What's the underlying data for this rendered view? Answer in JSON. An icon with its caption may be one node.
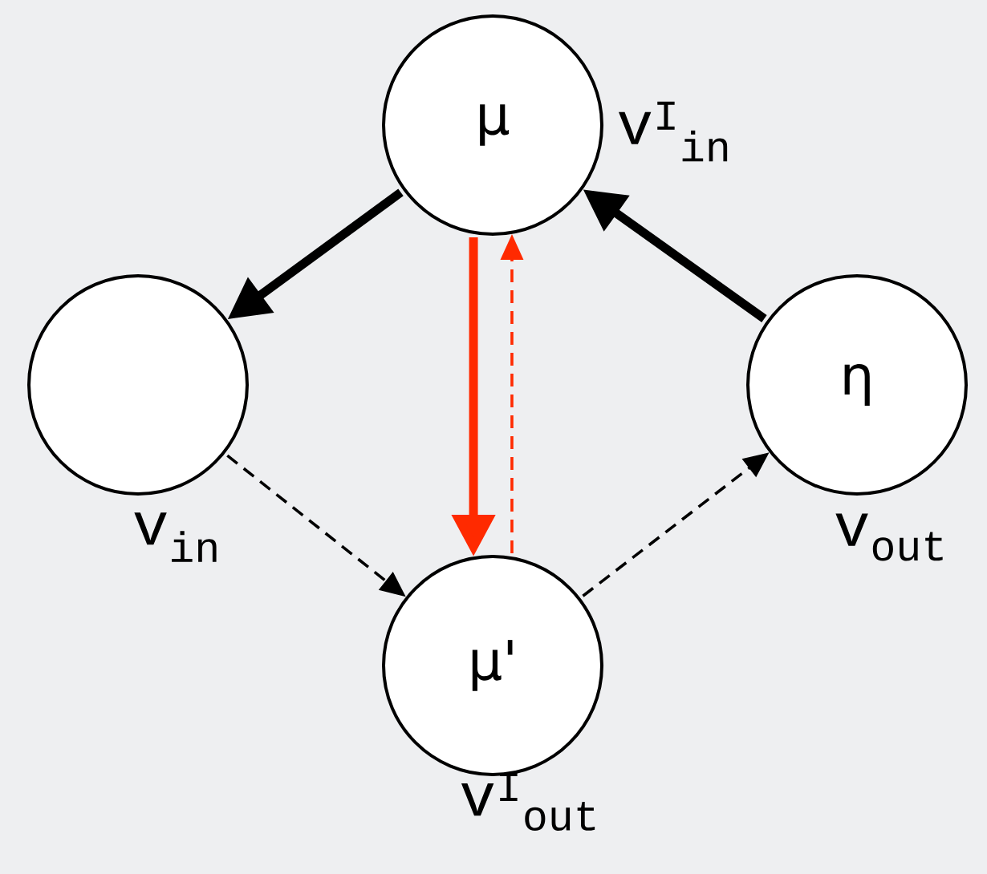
{
  "diagram": {
    "nodes": [
      {
        "text": [
          "μ"
        ],
        "beside": [
          "v$^{I}$$_{in}$"
        ]
      },
      {
        "text": [],
        "shape": "circle",
        "beside": [
          "v$_{in}$"
        ]
      },
      {
        "text": [
          "η"
        ],
        "beside": [
          "v$_{out}$"
        ]
      },
      {
        "text": [
          "μ'"
        ],
        "beside": [
          "v$^{I}$$_{out}$"
        ]
      }
    ],
    "edges": [
      {
        "from": 0,
        "to": 1,
        "arrow": "to",
        "style": "thick"
      },
      {
        "from": 2,
        "to": 0,
        "arrow": "to",
        "style": "thick"
      },
      {
        "from": 0,
        "to": 3,
        "arrow": "to",
        "style": "thick",
        "color": "#ff2a00"
      },
      {
        "from": 3,
        "to": 0,
        "arrow": "to",
        "style": "dashed",
        "color": "#ff2a00"
      },
      {
        "from": 1,
        "to": 3,
        "arrow": "to",
        "style": "dashed"
      },
      {
        "from": 3,
        "to": 2,
        "arrow": "to",
        "style": "dashed"
      }
    ]
  }
}
